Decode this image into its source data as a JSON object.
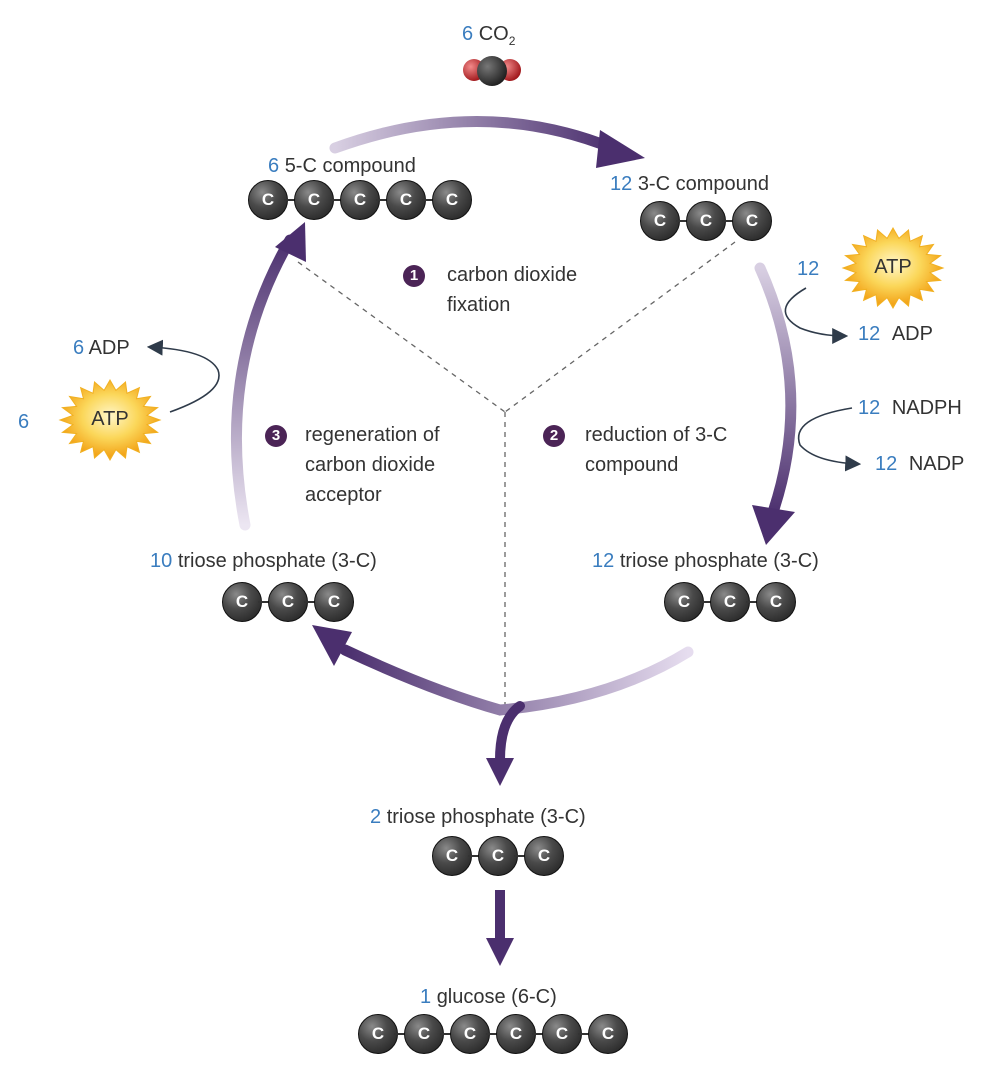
{
  "colors": {
    "cycle_arrow": "#4b2f6e",
    "number_text": "#3a7dbf",
    "label_text": "#333333",
    "atom": "#333333",
    "atp_star": "#f7c22e",
    "co2_oxygen": "#c8242a"
  },
  "co2": {
    "count": "6",
    "formula": "CO",
    "subscript": "2"
  },
  "compounds": {
    "five_c": {
      "count": "6",
      "name": "5-C compound",
      "atoms": [
        "C",
        "C",
        "C",
        "C",
        "C"
      ]
    },
    "three_c": {
      "count": "12",
      "name": "3-C compound",
      "atoms": [
        "C",
        "C",
        "C"
      ]
    },
    "triose_right": {
      "count": "12",
      "name": "triose phosphate (3-C)",
      "atoms": [
        "C",
        "C",
        "C"
      ]
    },
    "triose_left": {
      "count": "10",
      "name": "triose phosphate (3-C)",
      "atoms": [
        "C",
        "C",
        "C"
      ]
    },
    "triose_out": {
      "count": "2",
      "name": "triose phosphate (3-C)",
      "atoms": [
        "C",
        "C",
        "C"
      ]
    },
    "glucose": {
      "count": "1",
      "name": "glucose (6-C)",
      "atoms": [
        "C",
        "C",
        "C",
        "C",
        "C",
        "C"
      ]
    }
  },
  "steps": [
    {
      "number": "1",
      "line1": "carbon dioxide",
      "line2": "fixation",
      "line3": ""
    },
    {
      "number": "2",
      "line1": "reduction of 3-C",
      "line2": "compound",
      "line3": ""
    },
    {
      "number": "3",
      "line1": "regeneration of",
      "line2": "carbon dioxide",
      "line3": "acceptor"
    }
  ],
  "cofactors": {
    "right_atp": {
      "count": "12",
      "label": "ATP"
    },
    "right_adp": {
      "count": "12",
      "label": "ADP"
    },
    "right_nadph": {
      "count": "12",
      "label": "NADPH"
    },
    "right_nadp": {
      "count": "12",
      "label": "NADP"
    },
    "left_atp": {
      "count": "6",
      "label": "ATP"
    },
    "left_adp": {
      "count": "6",
      "label": "ADP"
    }
  }
}
